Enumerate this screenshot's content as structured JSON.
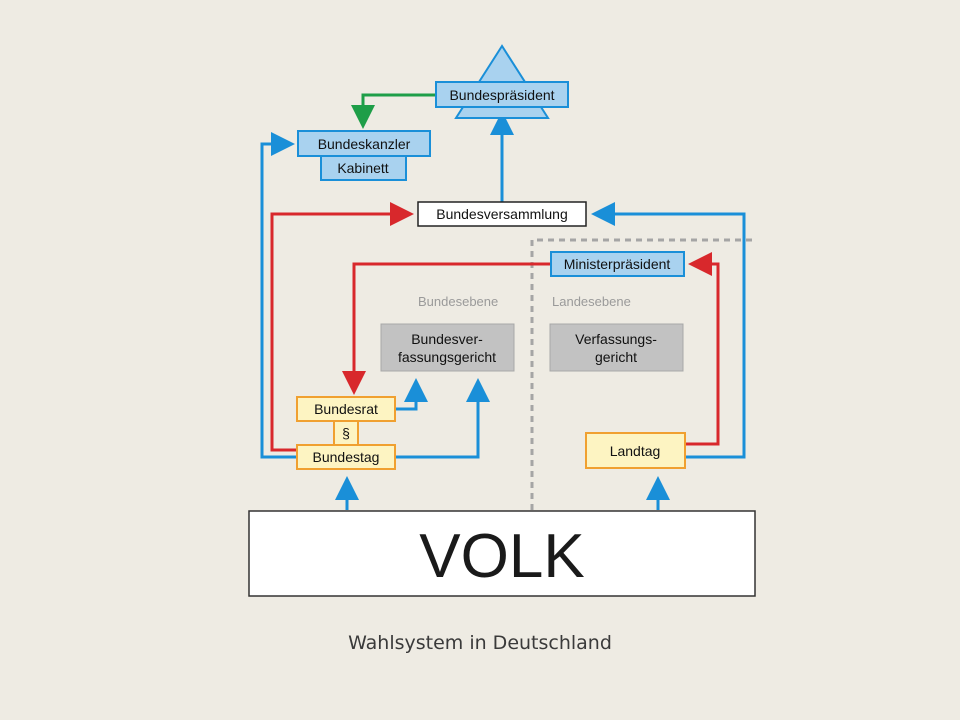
{
  "nodes": {
    "bundespraesident": "Bundespräsident",
    "bundeskanzler": "Bundeskanzler",
    "kabinett": "Kabinett",
    "bundesversammlung": "Bundesversammlung",
    "ministerpraesident": "Ministerpräsident",
    "bundesverfassungsgericht_line1": "Bundesver-",
    "bundesverfassungsgericht_line2": "fassungsgericht",
    "verfassungsgericht_line1": "Verfassungs-",
    "verfassungsgericht_line2": "gericht",
    "bundesrat": "Bundesrat",
    "paragraph": "§",
    "bundestag": "Bundestag",
    "landtag": "Landtag",
    "volk": "VOLK"
  },
  "zones": {
    "bundesebene": "Bundesebene",
    "landesebene": "Landesebene"
  },
  "caption": "Wahlsystem in Deutschland",
  "colors": {
    "blue_arrow": "#1a8fd8",
    "red_arrow": "#d8282c",
    "green_arrow": "#1e9e48",
    "light_blue_box": "#a9d2ef",
    "yellow_box": "#fdf4c2",
    "orange_border": "#f0a030",
    "gray_box": "#c2c2c2"
  }
}
